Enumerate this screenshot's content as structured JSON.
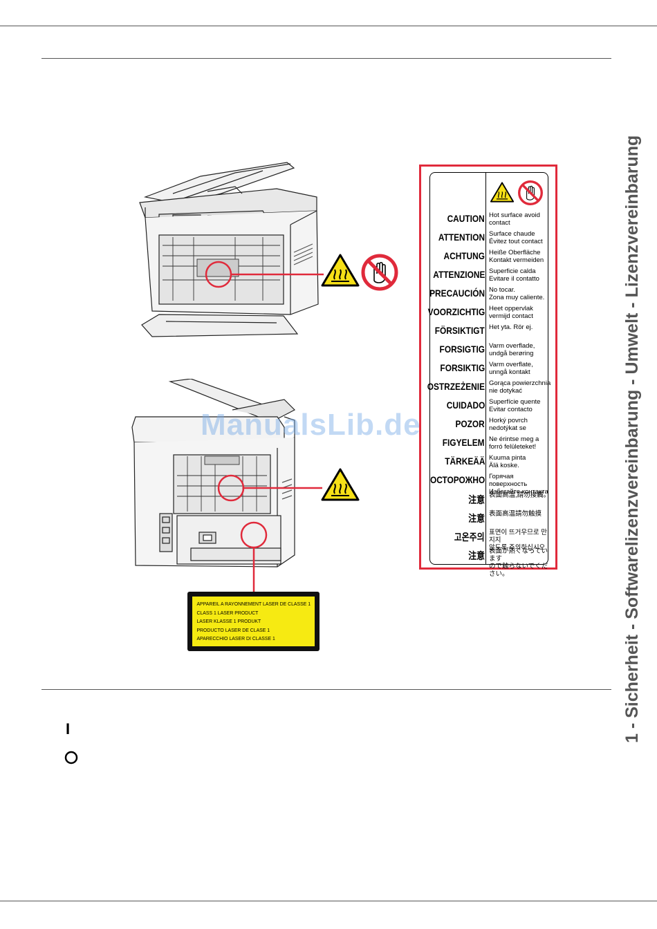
{
  "side_title": "1 - Sicherheit - Softwarelizenzvereinbarung - Umwelt - Lizenzvereinbarung",
  "watermark": "ManualsLib.de",
  "warning_label": {
    "rows": [
      {
        "lang": "CAUTION",
        "text": "Hot surface avoid\ncontact"
      },
      {
        "lang": "ATTENTION",
        "text": "Surface chaude\nÉvitez tout contact"
      },
      {
        "lang": "ACHTUNG",
        "text": "Heiße Oberfläche\nKontakt vermeiden"
      },
      {
        "lang": "ATTENZIONE",
        "text": "Superficie calda\nEvitare il contatto"
      },
      {
        "lang": "PRECAUCIÓN",
        "text": "No tocar.\nZona muy caliente."
      },
      {
        "lang": "VOORZICHTIG",
        "text": "Heet oppervlak\nvermijd contact"
      },
      {
        "lang": "FÖRSIKTIGT",
        "text": "Het yta. Rör ej."
      },
      {
        "lang": "FORSIGTIG",
        "text": "Varm overflade,\nundgå berøring"
      },
      {
        "lang": "FORSIKTIG",
        "text": "Varm overflate,\nunngå kontakt"
      },
      {
        "lang": "OSTRZEŻENIE",
        "text": "Gorąca powierzchnia\nnie dotykać"
      },
      {
        "lang": "CUIDADO",
        "text": "Superfície quente\nEvitar contacto"
      },
      {
        "lang": "POZOR",
        "text": "Horký povrch\nnedotýkat se"
      },
      {
        "lang": "FIGYELEM",
        "text": "Ne érintse meg a\nforró felületeket!"
      },
      {
        "lang": "TÄRKEÄÄ",
        "text": "Kuuma pinta\nÄlä koske."
      },
      {
        "lang": "ОСТОРОЖНО",
        "text": "Горячая поверхность\nИзбегайте контакта"
      },
      {
        "lang": "注意",
        "text": "表面高溫,請勿接觸。"
      },
      {
        "lang": "注意",
        "text": "表面高温請勿触摸"
      },
      {
        "lang": "고온주의",
        "text": "표면이 뜨거우므로 만지지\n않도록 주의하십시오."
      },
      {
        "lang": "注意",
        "text": "表面が熱くなっています\nので触らないでください。"
      }
    ]
  },
  "laser_label": {
    "lines": [
      "APPAREIL A RAYONNEMENT LASER DE CLASSE 1",
      "CLASS 1 LASER PRODUCT",
      "LASER KLASSE 1 PRODUKT",
      "PRODUCTO LASER DE CLASE 1",
      "APARECCHIO LASER DI CLASSE 1"
    ]
  },
  "symbols": {
    "on": "I",
    "off": "O"
  },
  "colors": {
    "warning_red": "#e02a3b",
    "warning_yellow": "#f6ea12",
    "rule_gray": "#555555"
  },
  "icons": [
    "hot-surface-icon",
    "no-touch-icon"
  ]
}
